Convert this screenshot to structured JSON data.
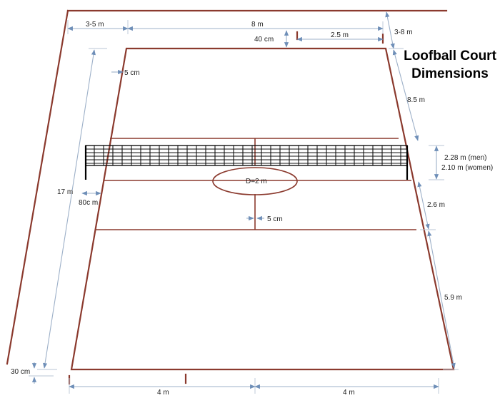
{
  "title": {
    "line1": "Loofball Court",
    "line2": "Dimensions"
  },
  "labels": {
    "margin_left_top": "3-5 m",
    "court_width": "8 m",
    "offset_40cm": "40 cm",
    "offset_2_5m": "2.5 m",
    "margin_right_top": "3-8 m",
    "line_width_5cm": "5 cm",
    "front_zone": "8.5 m",
    "net_height_men": "2.28 m (men)",
    "net_height_women": "2.10 m (women)",
    "court_length": "17 m",
    "net_post_offset": "80c m",
    "circle_diameter": "D=2 m",
    "center_line_width": "5 cm",
    "mid_zone": "2.6 m",
    "back_zone": "5.9 m",
    "margin_bottom": "30 cm",
    "half_width_left": "4 m",
    "half_width_right": "4 m"
  },
  "colors": {
    "court_lines": "#8b3a2e",
    "dimension_lines": "#9db0c8",
    "net": "#111111"
  }
}
